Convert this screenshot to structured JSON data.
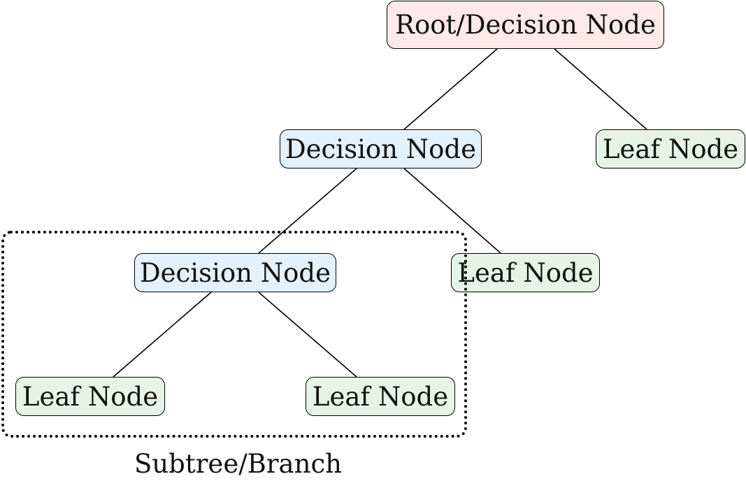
{
  "diagram": {
    "nodes": {
      "root": {
        "label": "Root/Decision Node",
        "kind": "root"
      },
      "decision_1": {
        "label": "Decision Node",
        "kind": "decision"
      },
      "leaf_right": {
        "label": "Leaf Node",
        "kind": "leaf"
      },
      "decision_2": {
        "label": "Decision Node",
        "kind": "decision"
      },
      "leaf_mid": {
        "label": "Leaf Node",
        "kind": "leaf"
      },
      "leaf_bottom_left": {
        "label": "Leaf Node",
        "kind": "leaf"
      },
      "leaf_bottom_right": {
        "label": "Leaf Node",
        "kind": "leaf"
      }
    },
    "edges": [
      {
        "from": "root",
        "to": "decision_1"
      },
      {
        "from": "root",
        "to": "leaf_right"
      },
      {
        "from": "decision_1",
        "to": "decision_2"
      },
      {
        "from": "decision_1",
        "to": "leaf_mid"
      },
      {
        "from": "decision_2",
        "to": "leaf_bottom_left"
      },
      {
        "from": "decision_2",
        "to": "leaf_bottom_right"
      }
    ],
    "subtree": {
      "label": "Subtree/Branch",
      "members": [
        "decision_2",
        "leaf_bottom_left",
        "leaf_bottom_right"
      ],
      "border_style": "dotted"
    },
    "colors": {
      "root_fill": "#fde8ea",
      "decision_fill": "#e3f1fc",
      "leaf_fill": "#e6f3e6",
      "stroke": "#000000"
    }
  }
}
